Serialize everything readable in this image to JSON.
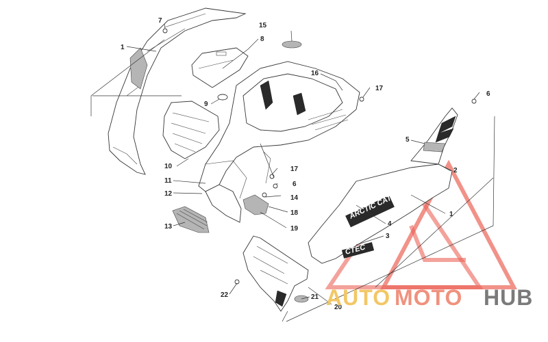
{
  "callouts": [
    "1",
    "2",
    "3",
    "4",
    "5",
    "6",
    "7",
    "8",
    "9",
    "10",
    "11",
    "12",
    "13",
    "14",
    "15",
    "16",
    "17",
    "18",
    "19",
    "20",
    "21",
    "22"
  ],
  "callout_labels": {
    "c1a": "1",
    "c1b": "1",
    "c2": "2",
    "c3": "3",
    "c4": "4",
    "c5": "5",
    "c6a": "6",
    "c6b": "6",
    "c7": "7",
    "c8": "8",
    "c9": "9",
    "c10": "10",
    "c11": "11",
    "c12": "12",
    "c13": "13",
    "c14": "14",
    "c15": "15",
    "c16": "16",
    "c17a": "17",
    "c17b": "17",
    "c18": "18",
    "c19": "19",
    "c20": "20",
    "c21": "21",
    "c22": "22"
  },
  "decal": {
    "brand": "ARCTIC CAT",
    "model": "CTEC"
  },
  "watermark": {
    "part1": "AUTO",
    "part2": "MOTO",
    "part3": "HUB"
  },
  "colors": {
    "watermark_red": "#e8483a",
    "watermark_yellow": "#f2c766",
    "watermark_grey": "#7a7a7a"
  }
}
